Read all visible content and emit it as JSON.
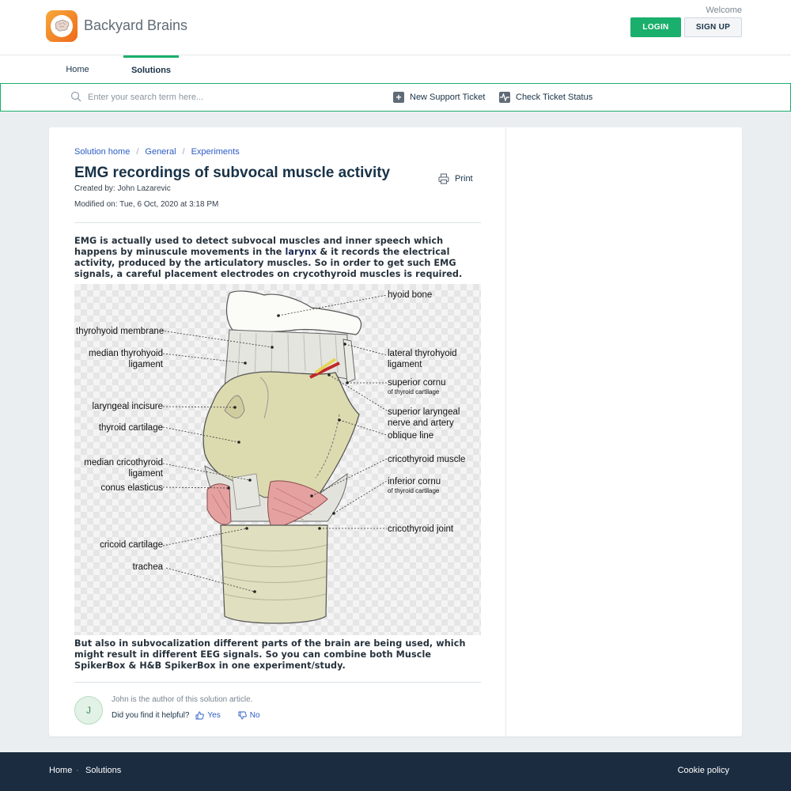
{
  "header": {
    "brand": "Backyard Brains",
    "welcome": "Welcome",
    "login_label": "LOGIN",
    "signup_label": "SIGN UP"
  },
  "nav": {
    "tabs": [
      {
        "label": "Home"
      },
      {
        "label": "Solutions"
      }
    ]
  },
  "search": {
    "placeholder": "Enter your search term here...",
    "new_ticket": "New Support Ticket",
    "check_status": "Check Ticket Status"
  },
  "article": {
    "breadcrumb": [
      "Solution home",
      "General",
      "Experiments"
    ],
    "title": "EMG recordings of subvocal muscle activity",
    "print_label": "Print",
    "created_by": "Created by: John Lazarevic",
    "modified_on": "Modified on: Tue, 6 Oct, 2020 at 3:18 PM",
    "para1_before": "EMG is actually used to detect subvocal muscles and inner speech which happens by minuscule movements in the ",
    "para1_link": "larynx",
    "para1_after": " & it records the electrical activity, produced by the articulatory muscles. So in order to get such EMG signals, a careful placement electrodes on crycothyroid muscles is required.",
    "para2": "But also in subvocalization different parts of the brain are being used, which might result in different EEG signals. So you can combine both Muscle SpikerBox & H&B SpikerBox in one experiment/study.",
    "figure_labels": {
      "hyoid_bone": "hyoid bone",
      "thyrohyoid_membrane": "thyrohyoid membrane",
      "median_thyrohyoid_1": "median thyrohyoid",
      "median_thyrohyoid_2": "ligament",
      "lateral_thyrohyoid_1": "lateral thyrohyoid",
      "lateral_thyrohyoid_2": "ligament",
      "superior_cornu": "superior cornu",
      "superior_cornu_sub": "of thyroid cartilage",
      "laryngeal_incisure": "laryngeal incisure",
      "superior_laryngeal_1": "superior laryngeal",
      "superior_laryngeal_2": "nerve and artery",
      "thyroid_cartilage": "thyroid cartilage",
      "oblique_line": "oblique line",
      "median_cricothyroid_1": "median cricothyroid",
      "median_cricothyroid_2": "ligament",
      "cricothyroid_muscle": "cricothyroid muscle",
      "conus_elasticus": "conus elasticus",
      "inferior_cornu": "inferior cornu",
      "inferior_cornu_sub": "of thyroid cartilage",
      "cricothyroid_joint": "cricothyroid joint",
      "cricoid_cartilage": "cricoid cartilage",
      "trachea": "trachea"
    },
    "author_avatar": "J",
    "author_note": "John is the author of this solution article.",
    "helpful_question": "Did you find it helpful?",
    "yes_label": "Yes",
    "no_label": "No"
  },
  "footer": {
    "home": "Home",
    "separator": "·",
    "solutions": "Solutions",
    "cookie": "Cookie policy"
  },
  "colors": {
    "accent": "#1aaf6c",
    "link": "#2c5cc5",
    "footer_bg": "#1b2c40",
    "text": "#183247"
  }
}
